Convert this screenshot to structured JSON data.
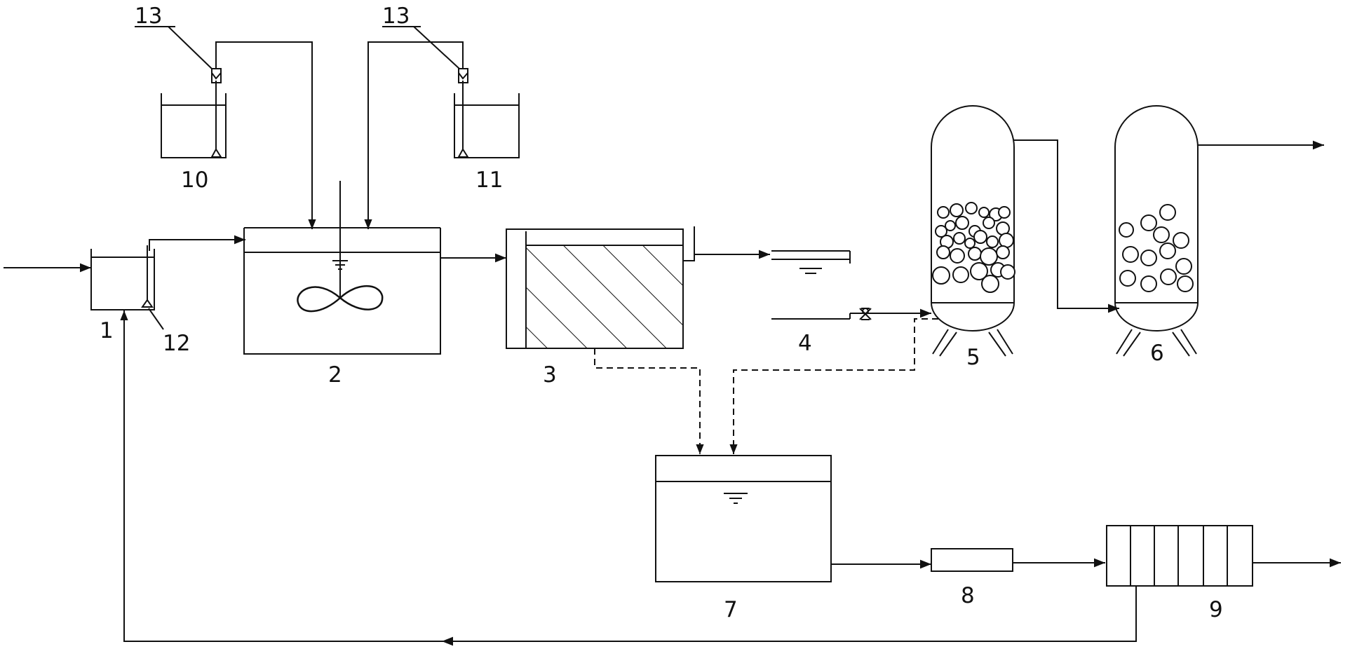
{
  "labels": {
    "n1": "1",
    "n2": "2",
    "n3": "3",
    "n4": "4",
    "n5": "5",
    "n6": "6",
    "n7": "7",
    "n8": "8",
    "n9": "9",
    "n10": "10",
    "n11": "11",
    "n12": "12",
    "n13a": "13",
    "n13b": "13"
  }
}
